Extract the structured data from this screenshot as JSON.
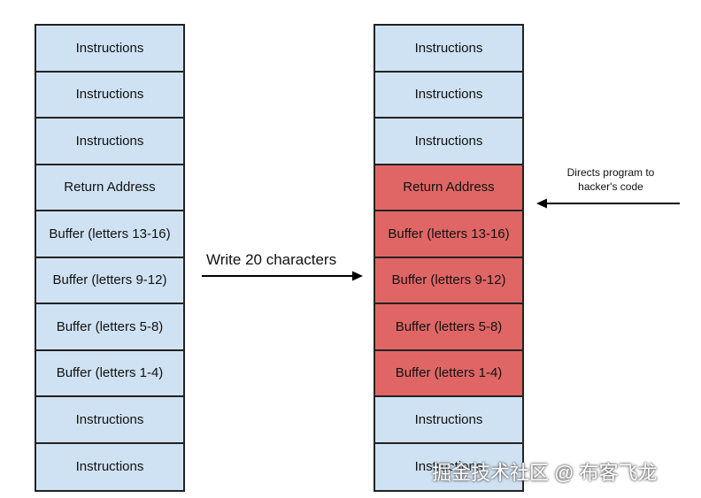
{
  "colors": {
    "normal_cell": "#cfe2f3",
    "overwritten_cell": "#e06666",
    "border": "#222222"
  },
  "left_stack": {
    "cells": [
      {
        "label": "Instructions",
        "state": "normal"
      },
      {
        "label": "Instructions",
        "state": "normal"
      },
      {
        "label": "Instructions",
        "state": "normal"
      },
      {
        "label": "Return Address",
        "state": "normal"
      },
      {
        "label": "Buffer (letters 13-16)",
        "state": "normal"
      },
      {
        "label": "Buffer (letters 9-12)",
        "state": "normal"
      },
      {
        "label": "Buffer (letters 5-8)",
        "state": "normal"
      },
      {
        "label": "Buffer (letters 1-4)",
        "state": "normal"
      },
      {
        "label": "Instructions",
        "state": "normal"
      },
      {
        "label": "Instructions",
        "state": "normal"
      }
    ]
  },
  "right_stack": {
    "cells": [
      {
        "label": "Instructions",
        "state": "normal"
      },
      {
        "label": "Instructions",
        "state": "normal"
      },
      {
        "label": "Instructions",
        "state": "normal"
      },
      {
        "label": "Return Address",
        "state": "overwritten"
      },
      {
        "label": "Buffer (letters 13-16)",
        "state": "overwritten"
      },
      {
        "label": "Buffer (letters 9-12)",
        "state": "overwritten"
      },
      {
        "label": "Buffer (letters 5-8)",
        "state": "overwritten"
      },
      {
        "label": "Buffer (letters 1-4)",
        "state": "overwritten"
      },
      {
        "label": "Instructions",
        "state": "normal"
      },
      {
        "label": "Instructions",
        "state": "normal"
      }
    ]
  },
  "write_arrow": {
    "label": "Write 20 characters"
  },
  "directs_arrow": {
    "line1": "Directs program to",
    "line2": "hacker's code"
  },
  "watermark": "掘金技术社区 @ 布客飞龙"
}
